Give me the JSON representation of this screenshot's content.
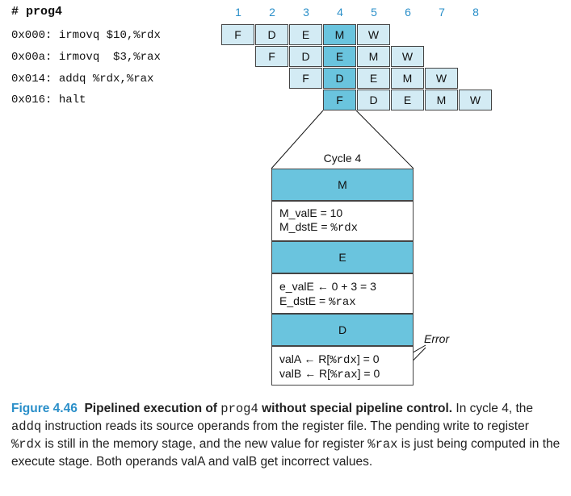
{
  "program": {
    "title": "# prog4",
    "instructions": [
      {
        "addr": "0x000:",
        "text": "irmovq $10,%rdx"
      },
      {
        "addr": "0x00a:",
        "text": "irmovq  $3,%rax"
      },
      {
        "addr": "0x014:",
        "text": "addq %rdx,%rax"
      },
      {
        "addr": "0x016:",
        "text": "halt"
      }
    ]
  },
  "cycles": [
    "1",
    "2",
    "3",
    "4",
    "5",
    "6",
    "7",
    "8"
  ],
  "stages": [
    "F",
    "D",
    "E",
    "M",
    "W"
  ],
  "detail": {
    "cycle_label": "Cycle 4",
    "m_stage": "M",
    "m_line1": "M_valE = 10",
    "m_line2_pre": "M_dstE = ",
    "m_line2_reg": "%rdx",
    "e_stage": "E",
    "e_line1": "e_valE ← 0 + 3 = 3",
    "e_line2_pre": "E_dstE = ",
    "e_line2_reg": "%rax",
    "d_stage": "D",
    "d_line1_pre": "valA ← R[",
    "d_line1_reg": "%rdx",
    "d_line1_post": "] = 0",
    "d_line2_pre": "valB ← R[",
    "d_line2_reg": "%rax",
    "d_line2_post": "] = 0",
    "error_label": "Error"
  },
  "caption": {
    "fignum": "Figure 4.46",
    "title_pre": "Pipelined execution of ",
    "title_code": "prog4",
    "title_post": " without special pipeline control.",
    "body_1": " In cycle 4, the ",
    "body_code1": "addq",
    "body_2": " instruction reads its source operands from the register file. The pending write to register ",
    "body_code2": "%rdx",
    "body_3": " is still in the memory stage, and the new value for register ",
    "body_code3": "%rax",
    "body_4": " is just being computed in the execute stage. Both operands valA and valB get incorrect values."
  },
  "colors": {
    "highlight": "#6ac4de",
    "light": "#d3ebf4",
    "accent": "#2a8fc9"
  }
}
